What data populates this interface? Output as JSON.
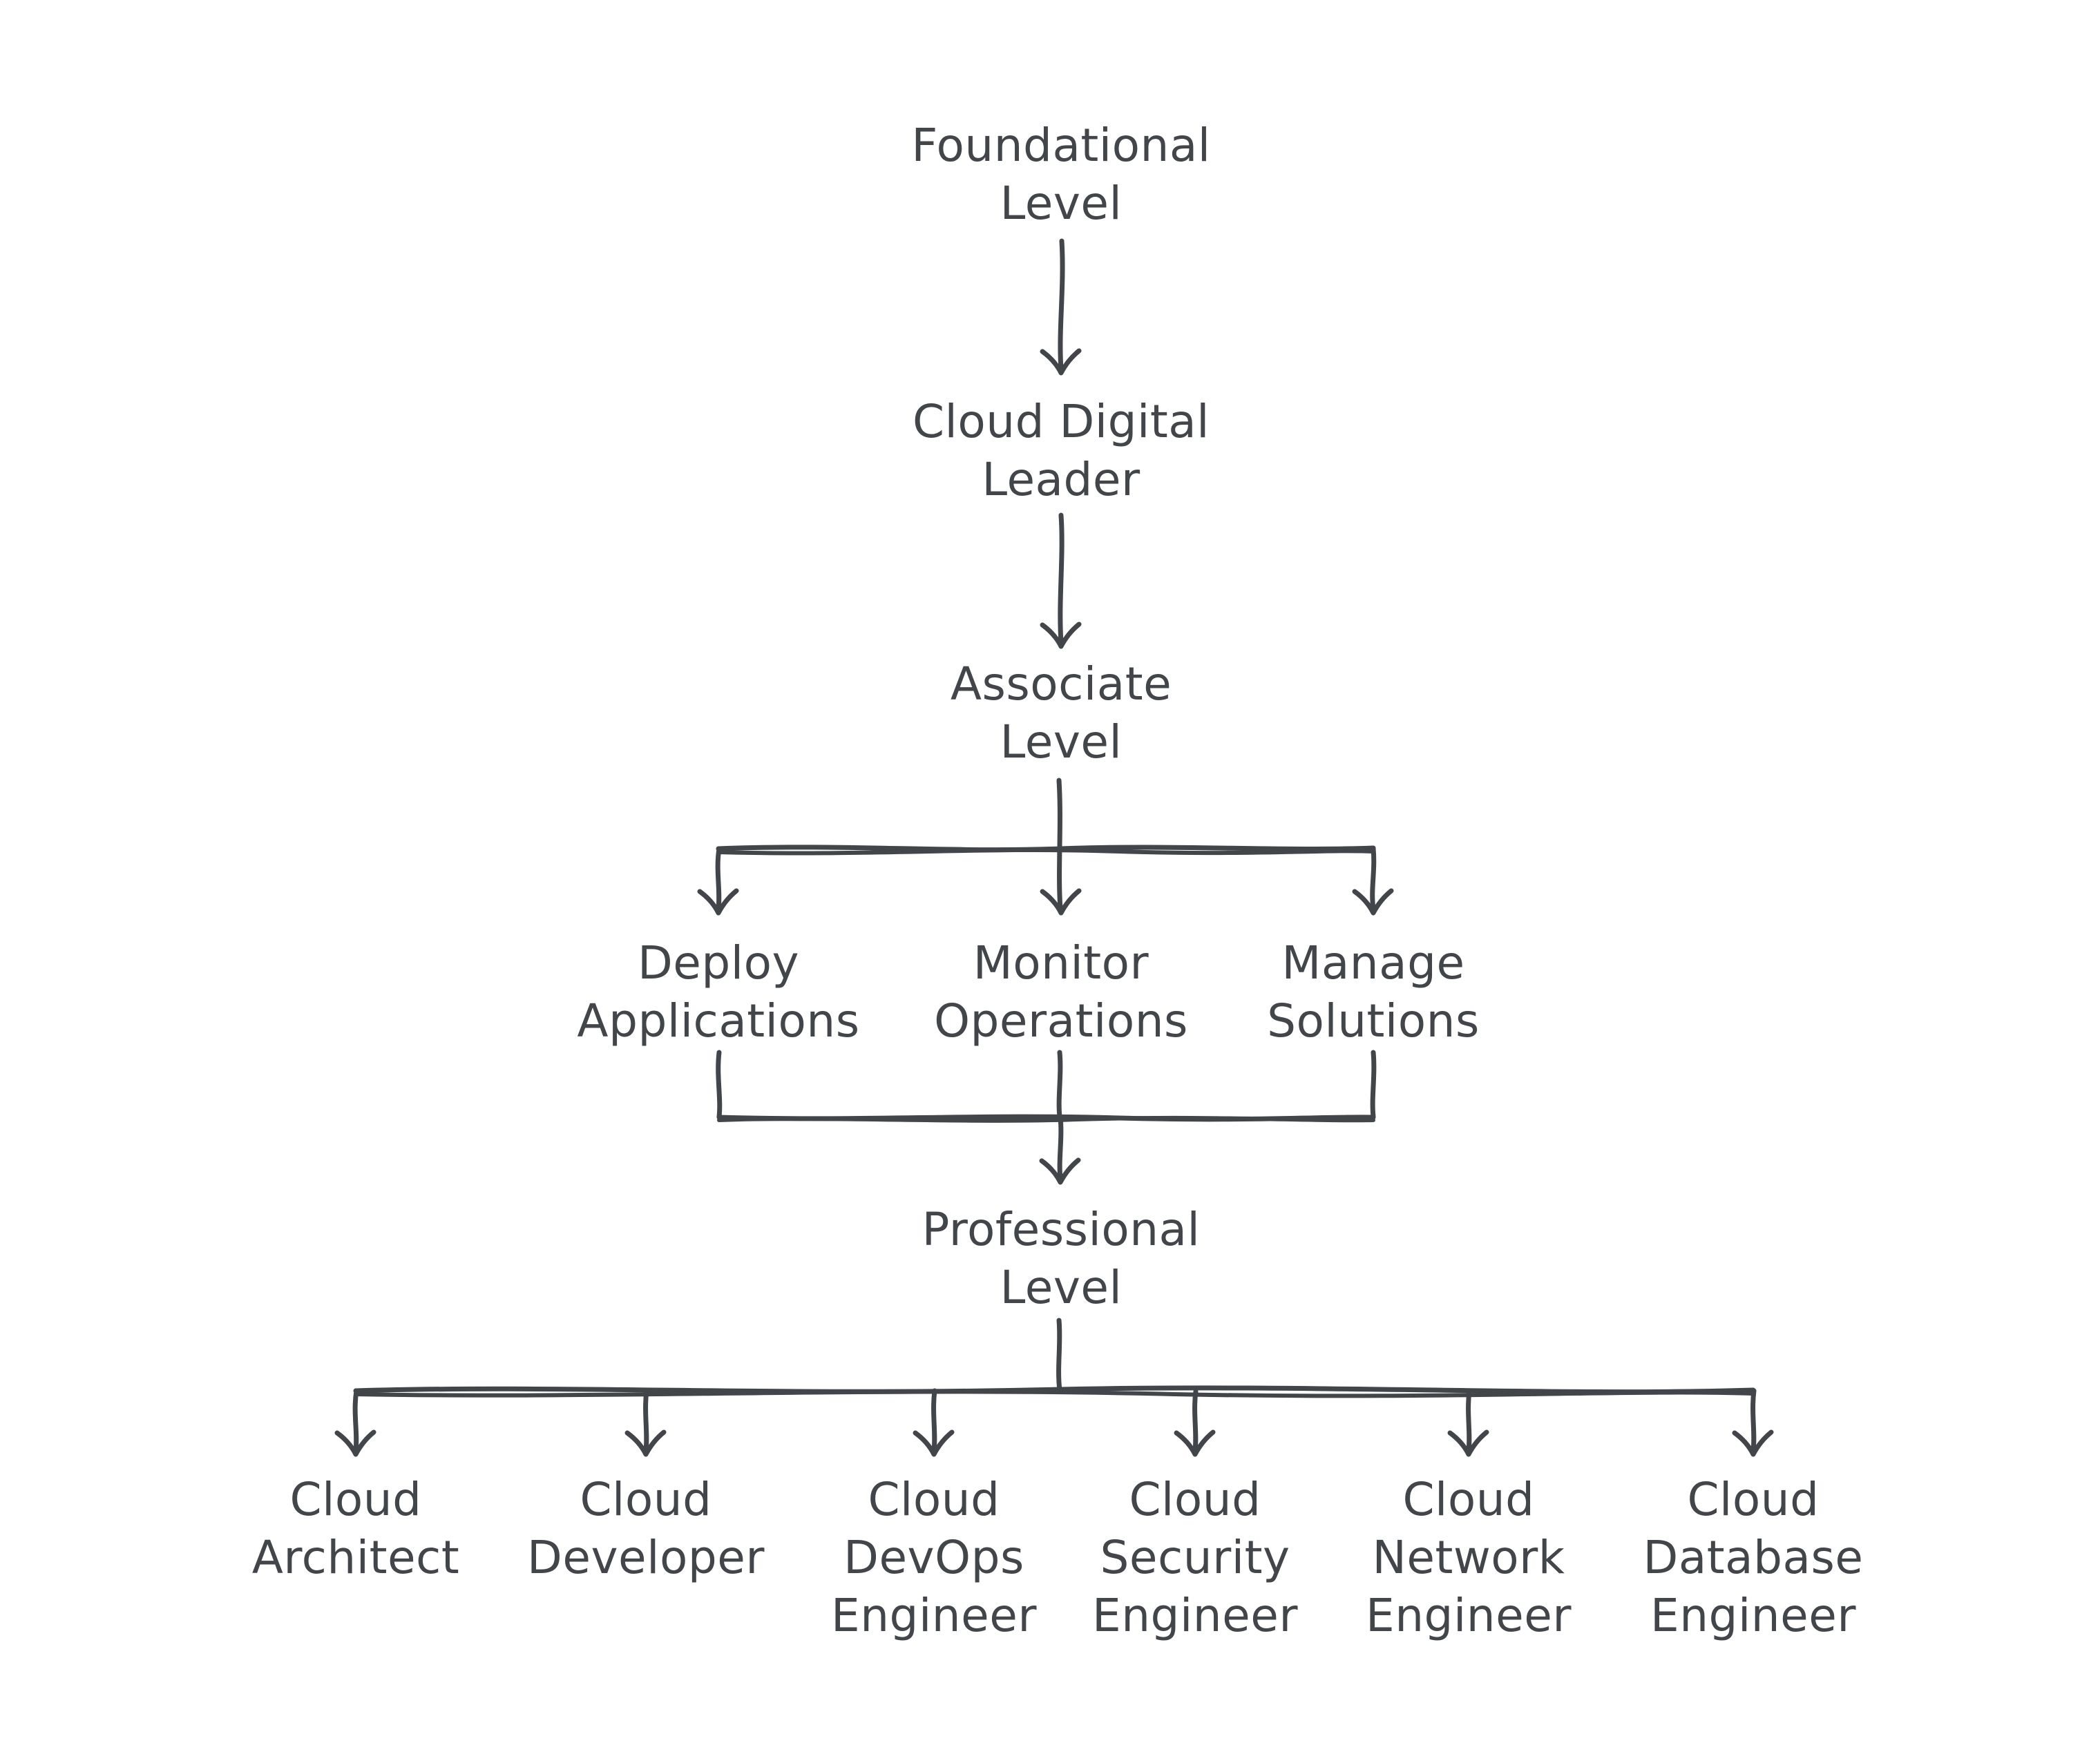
{
  "diagram": {
    "type": "flowchart",
    "direction": "top-down",
    "style": "hand-drawn",
    "stroke_color": "#42454a",
    "background_color": "#ffffff",
    "nodes": [
      {
        "id": "foundational-level",
        "label": "Foundational\nLevel"
      },
      {
        "id": "cloud-digital-leader",
        "label": "Cloud Digital\nLeader"
      },
      {
        "id": "associate-level",
        "label": "Associate\nLevel"
      },
      {
        "id": "deploy-applications",
        "label": "Deploy\nApplications"
      },
      {
        "id": "monitor-operations",
        "label": "Monitor\nOperations"
      },
      {
        "id": "manage-solutions",
        "label": "Manage\nSolutions"
      },
      {
        "id": "professional-level",
        "label": "Professional\nLevel"
      },
      {
        "id": "cloud-architect",
        "label": "Cloud\nArchitect"
      },
      {
        "id": "cloud-developer",
        "label": "Cloud\nDeveloper"
      },
      {
        "id": "cloud-devops-engineer",
        "label": "Cloud\nDevOps\nEngineer"
      },
      {
        "id": "cloud-security-engineer",
        "label": "Cloud\nSecurity\nEngineer"
      },
      {
        "id": "cloud-network-engineer",
        "label": "Cloud\nNetwork\nEngineer"
      },
      {
        "id": "cloud-database-engineer",
        "label": "Cloud\nDatabase\nEngineer"
      }
    ],
    "edges": [
      {
        "from": "Foundational Level",
        "to": "Cloud Digital Leader"
      },
      {
        "from": "Cloud Digital Leader",
        "to": "Associate Level"
      },
      {
        "from": "Associate Level",
        "to": "Deploy Applications"
      },
      {
        "from": "Associate Level",
        "to": "Monitor Operations"
      },
      {
        "from": "Associate Level",
        "to": "Manage Solutions"
      },
      {
        "from": "Deploy Applications",
        "to": "Professional Level"
      },
      {
        "from": "Monitor Operations",
        "to": "Professional Level"
      },
      {
        "from": "Manage Solutions",
        "to": "Professional Level"
      },
      {
        "from": "Professional Level",
        "to": "Cloud Architect"
      },
      {
        "from": "Professional Level",
        "to": "Cloud Developer"
      },
      {
        "from": "Professional Level",
        "to": "Cloud DevOps Engineer"
      },
      {
        "from": "Professional Level",
        "to": "Cloud Security Engineer"
      },
      {
        "from": "Professional Level",
        "to": "Cloud Network Engineer"
      },
      {
        "from": "Professional Level",
        "to": "Cloud Database Engineer"
      }
    ]
  }
}
